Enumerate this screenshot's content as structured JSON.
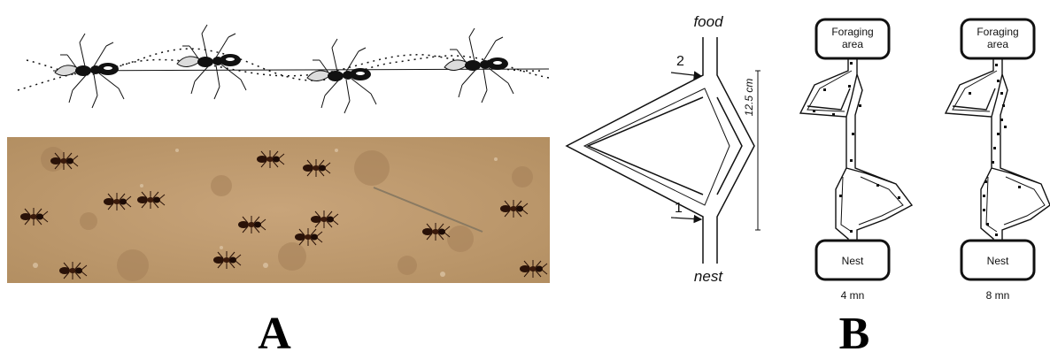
{
  "panel_a": {
    "label": "A"
  },
  "panel_b": {
    "label": "B",
    "bridge": {
      "top_label": "food",
      "bottom_label": "nest",
      "scale_label": "12.5 cm",
      "marker_upper": "2",
      "marker_lower": "1"
    },
    "network_4": {
      "top_box": "Foraging area",
      "bottom_box": "Nest",
      "time_label": "4 mn"
    },
    "network_8": {
      "top_box": "Foraging area",
      "bottom_box": "Nest",
      "time_label": "8 mn"
    }
  }
}
